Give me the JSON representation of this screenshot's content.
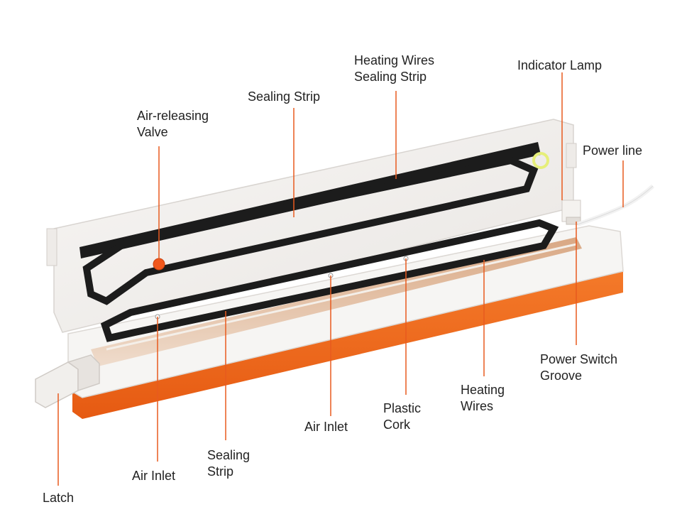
{
  "diagram": {
    "colors": {
      "accent": "#f06a1c",
      "leader_line": "#e85a1e",
      "gasket": "#1e1e1e",
      "body": "#f3f2f0"
    },
    "callouts": [
      {
        "id": "heating-wires-sealing-strip",
        "lines": [
          "Heating Wires",
          "Sealing Strip"
        ]
      },
      {
        "id": "indicator-lamp",
        "lines": [
          "Indicator Lamp"
        ]
      },
      {
        "id": "sealing-strip-top",
        "lines": [
          "Sealing Strip"
        ]
      },
      {
        "id": "air-releasing-valve",
        "lines": [
          "Air-releasing",
          "Valve"
        ]
      },
      {
        "id": "power-line",
        "lines": [
          "Power line"
        ]
      },
      {
        "id": "power-switch-groove",
        "lines": [
          "Power Switch",
          "Groove"
        ]
      },
      {
        "id": "heating-wires",
        "lines": [
          "Heating",
          "Wires"
        ]
      },
      {
        "id": "plastic-cork",
        "lines": [
          "Plastic",
          "Cork"
        ]
      },
      {
        "id": "air-inlet-center",
        "lines": [
          "Air Inlet"
        ]
      },
      {
        "id": "sealing-strip-bottom",
        "lines": [
          "Sealing",
          "Strip"
        ]
      },
      {
        "id": "air-inlet-left",
        "lines": [
          "Air Inlet"
        ]
      },
      {
        "id": "latch",
        "lines": [
          "Latch"
        ]
      }
    ]
  }
}
